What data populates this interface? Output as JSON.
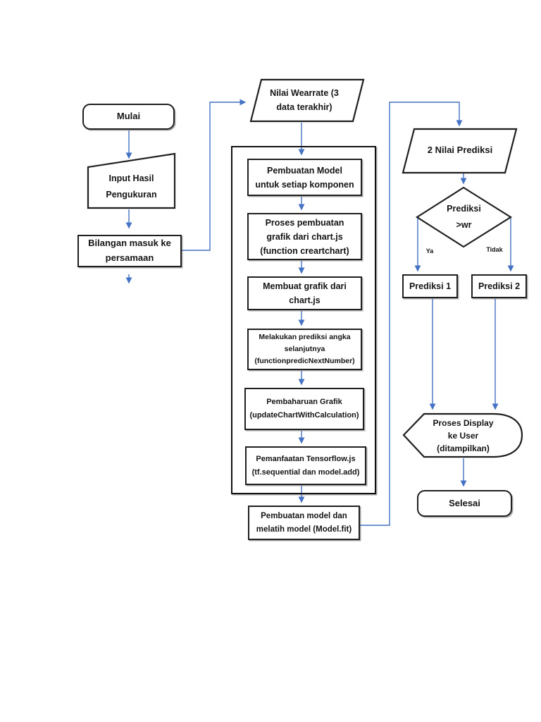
{
  "diagram": {
    "type": "flowchart",
    "colors": {
      "connector": "#4472C4",
      "shape_border": "#1f1f1f",
      "text": "#141414",
      "background": "#ffffff"
    },
    "nodes": {
      "mulai": {
        "shape": "rounded-rect",
        "label": "Mulai"
      },
      "input_hasil": {
        "shape": "manual-input",
        "label": "Input Hasil\nPengukuran"
      },
      "bilangan": {
        "shape": "rect",
        "label": "Bilangan masuk ke\npersamaan"
      },
      "wearrate": {
        "shape": "parallelogram",
        "label": "Nilai Wearrate (3\ndata terakhir)"
      },
      "pembuatan_model": {
        "shape": "rect",
        "label": "Pembuatan Model\nuntuk setiap komponen"
      },
      "proses_grafik": {
        "shape": "rect",
        "label": "Proses pembuatan\ngrafik dari chart.js\n(function creartchart)"
      },
      "membuat_grafik": {
        "shape": "rect",
        "label": "Membuat grafik dari\nchart.js"
      },
      "prediksi_angka": {
        "shape": "rect",
        "label": "Melakukan prediksi angka\nselanjutnya\n(functionpredicNextNumber)"
      },
      "pembaharuan_grafik": {
        "shape": "rect",
        "label": "Pembaharuan Grafik\n(updateChartWithCalculation)"
      },
      "tensorflow": {
        "shape": "rect",
        "label": "Pemanfaatan Tensorflow.js\n(tf.sequential dan model.add)"
      },
      "model_fit": {
        "shape": "rect",
        "label": "Pembuatan model dan\nmelatih model (Model.fit)"
      },
      "dua_nilai_prediksi": {
        "shape": "parallelogram",
        "label": "2 Nilai Prediksi"
      },
      "prediksi_wr": {
        "shape": "diamond",
        "label": "Prediksi\n>wr"
      },
      "prediksi_1": {
        "shape": "rect",
        "label": "Prediksi 1"
      },
      "prediksi_2": {
        "shape": "rect",
        "label": "Prediksi 2"
      },
      "proses_display": {
        "shape": "display",
        "label": "Proses Display\nke User\n(ditampilkan)"
      },
      "selesai": {
        "shape": "rounded-rect",
        "label": "Selesai"
      }
    },
    "edge_labels": {
      "ya": "Ya",
      "tidak": "Tidak"
    },
    "edges": [
      {
        "from": "mulai",
        "to": "input_hasil"
      },
      {
        "from": "input_hasil",
        "to": "bilangan"
      },
      {
        "from": "bilangan",
        "to": "wearrate"
      },
      {
        "from": "bilangan",
        "to": "(open arrow down)"
      },
      {
        "from": "wearrate",
        "to": "pembuatan_model"
      },
      {
        "from": "pembuatan_model",
        "to": "proses_grafik"
      },
      {
        "from": "proses_grafik",
        "to": "membuat_grafik"
      },
      {
        "from": "membuat_grafik",
        "to": "prediksi_angka"
      },
      {
        "from": "prediksi_angka",
        "to": "pembaharuan_grafik"
      },
      {
        "from": "pembaharuan_grafik",
        "to": "tensorflow"
      },
      {
        "from": "tensorflow",
        "to": "model_fit"
      },
      {
        "from": "model_fit",
        "to": "dua_nilai_prediksi"
      },
      {
        "from": "dua_nilai_prediksi",
        "to": "prediksi_wr"
      },
      {
        "from": "prediksi_wr",
        "to": "prediksi_1",
        "label": "Ya"
      },
      {
        "from": "prediksi_wr",
        "to": "prediksi_2",
        "label": "Tidak"
      },
      {
        "from": "prediksi_1",
        "to": "proses_display"
      },
      {
        "from": "prediksi_2",
        "to": "proses_display"
      },
      {
        "from": "proses_display",
        "to": "selesai"
      }
    ]
  }
}
